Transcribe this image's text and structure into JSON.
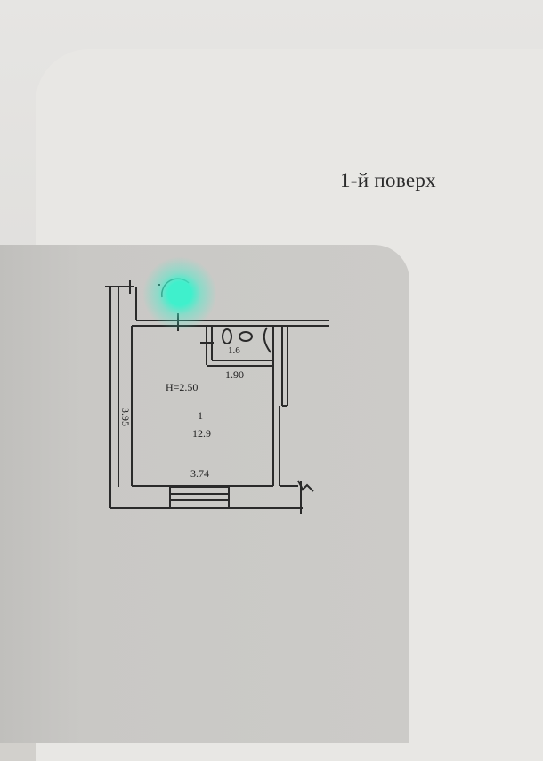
{
  "heading": "1-й поверх",
  "plan": {
    "room_number": "1",
    "room_area": "12.9",
    "ceiling_height": "H=2.50",
    "bathroom_area": "1.6",
    "bathroom_width": "1.90",
    "room_width": "3.74",
    "room_depth": "3.95"
  },
  "colors": {
    "touch_indicator": "#3ff0cc",
    "ink": "#222222"
  }
}
